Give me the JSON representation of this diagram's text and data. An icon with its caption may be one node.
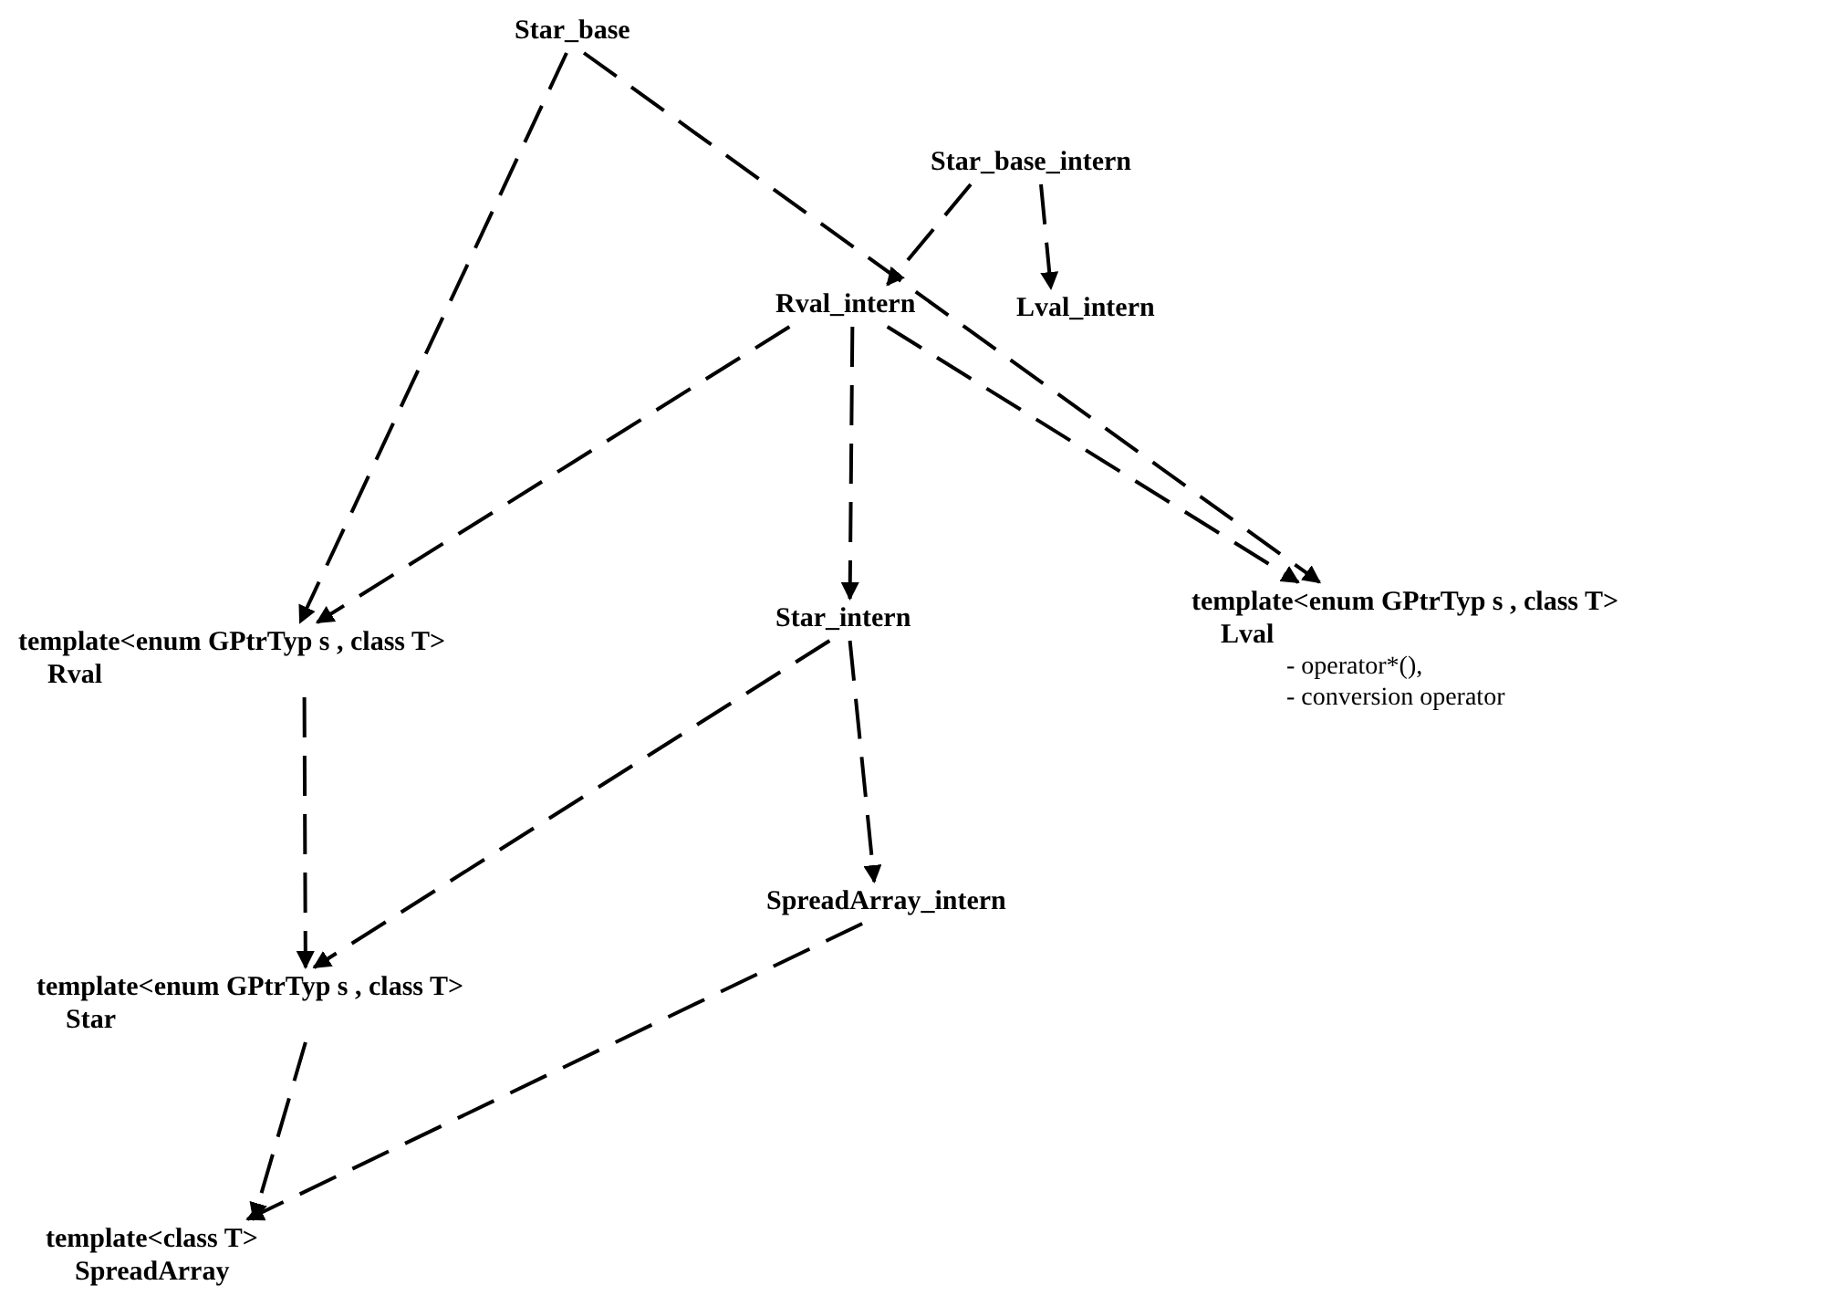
{
  "diagram": {
    "nodes": [
      {
        "text": [
          "Star_base"
        ]
      },
      {
        "text": [
          "Star_base_intern"
        ]
      },
      {
        "text": [
          "Rval_intern"
        ]
      },
      {
        "text": [
          "Lval_intern"
        ]
      },
      {
        "text": [
          "template<enum GPtrTyp s , class T>",
          "Rval"
        ]
      },
      {
        "text": [
          "Star_intern"
        ]
      },
      {
        "text": [
          "template<enum GPtrTyp s , class T>",
          "Lval"
        ],
        "beside": [
          "- operator*(),",
          "- conversion operator"
        ]
      },
      {
        "text": [
          "template<enum GPtrTyp s , class T>",
          "Star"
        ]
      },
      {
        "text": [
          "SpreadArray_intern"
        ]
      },
      {
        "text": [
          "template<class T>",
          "SpreadArray"
        ]
      }
    ],
    "edges": [
      {
        "from": 0,
        "to": 4,
        "arrow": "to",
        "style": "dashed"
      },
      {
        "from": 0,
        "to": 6,
        "arrow": "to",
        "style": "dashed"
      },
      {
        "from": 1,
        "to": 2,
        "arrow": "to",
        "style": "dashed"
      },
      {
        "from": 1,
        "to": 3,
        "arrow": "to",
        "style": "dashed"
      },
      {
        "from": 2,
        "to": 4,
        "arrow": "to",
        "style": "dashed"
      },
      {
        "from": 2,
        "to": 5,
        "arrow": "to",
        "style": "dashed"
      },
      {
        "from": 2,
        "to": 6,
        "arrow": "to",
        "style": "dashed"
      },
      {
        "from": 5,
        "to": 7,
        "arrow": "to",
        "style": "dashed"
      },
      {
        "from": 4,
        "to": 7,
        "arrow": "to",
        "style": "dashed"
      },
      {
        "from": 5,
        "to": 8,
        "arrow": "to",
        "style": "dashed"
      },
      {
        "from": 8,
        "to": 9,
        "arrow": "to",
        "style": "dashed"
      },
      {
        "from": 7,
        "to": 9,
        "arrow": "to",
        "style": "dashed"
      }
    ]
  }
}
